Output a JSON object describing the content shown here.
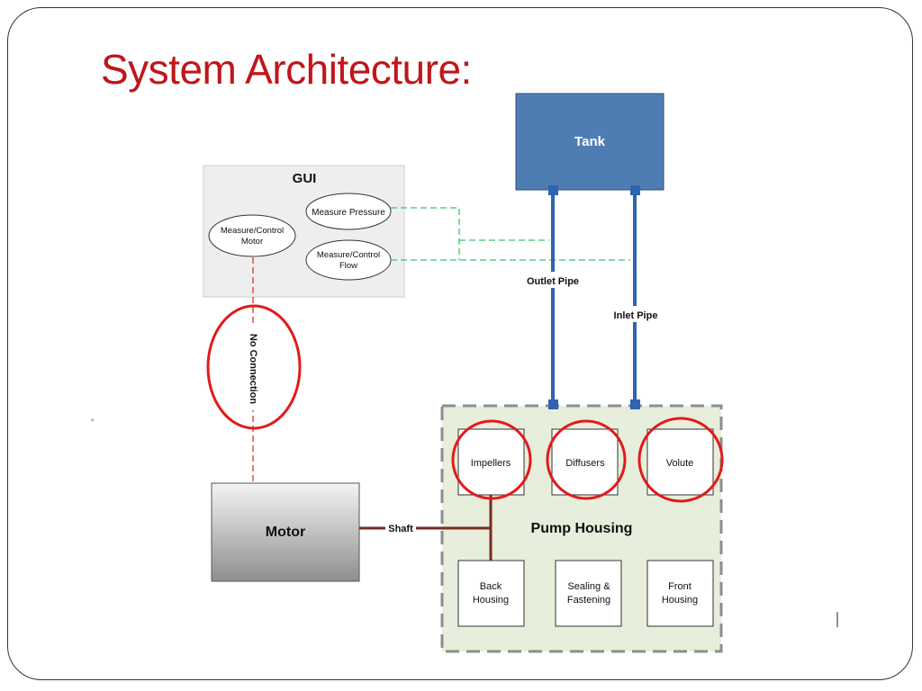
{
  "slide": {
    "title": "System Architecture:",
    "bullet_glyph": "▫"
  },
  "diagram": {
    "tank": {
      "label": "Tank"
    },
    "gui": {
      "label": "GUI",
      "nodes": {
        "measure_pressure": "Measure Pressure",
        "measure_control_motor": [
          "Measure/Control",
          "Motor"
        ],
        "measure_control_flow": [
          "Measure/Control",
          "Flow"
        ]
      }
    },
    "pipes": {
      "outlet": "Outlet Pipe",
      "inlet": "Inlet Pipe"
    },
    "no_connection": "No Connection",
    "motor": {
      "label": "Motor"
    },
    "shaft": {
      "label": "Shaft"
    },
    "pump_housing": {
      "label": "Pump Housing",
      "components": {
        "impellers": [
          "Impellers"
        ],
        "diffusers": [
          "Diffusers"
        ],
        "volute": [
          "Volute"
        ],
        "back_housing": [
          "Back",
          "Housing"
        ],
        "sealing_fastening": [
          "Sealing &",
          "Fastening"
        ],
        "front_housing": [
          "Front",
          "Housing"
        ]
      }
    },
    "colors": {
      "title_red": "#c0161a",
      "highlight_red": "#e01b1b",
      "tank_blue": "#4f7db3",
      "pipe_blue": "#2e64b0",
      "signal_green": "#3fbf6f",
      "shaft_brown": "#7a2a20",
      "housing_fill": "#e7eedb",
      "gui_fill": "#eeeeee"
    }
  }
}
